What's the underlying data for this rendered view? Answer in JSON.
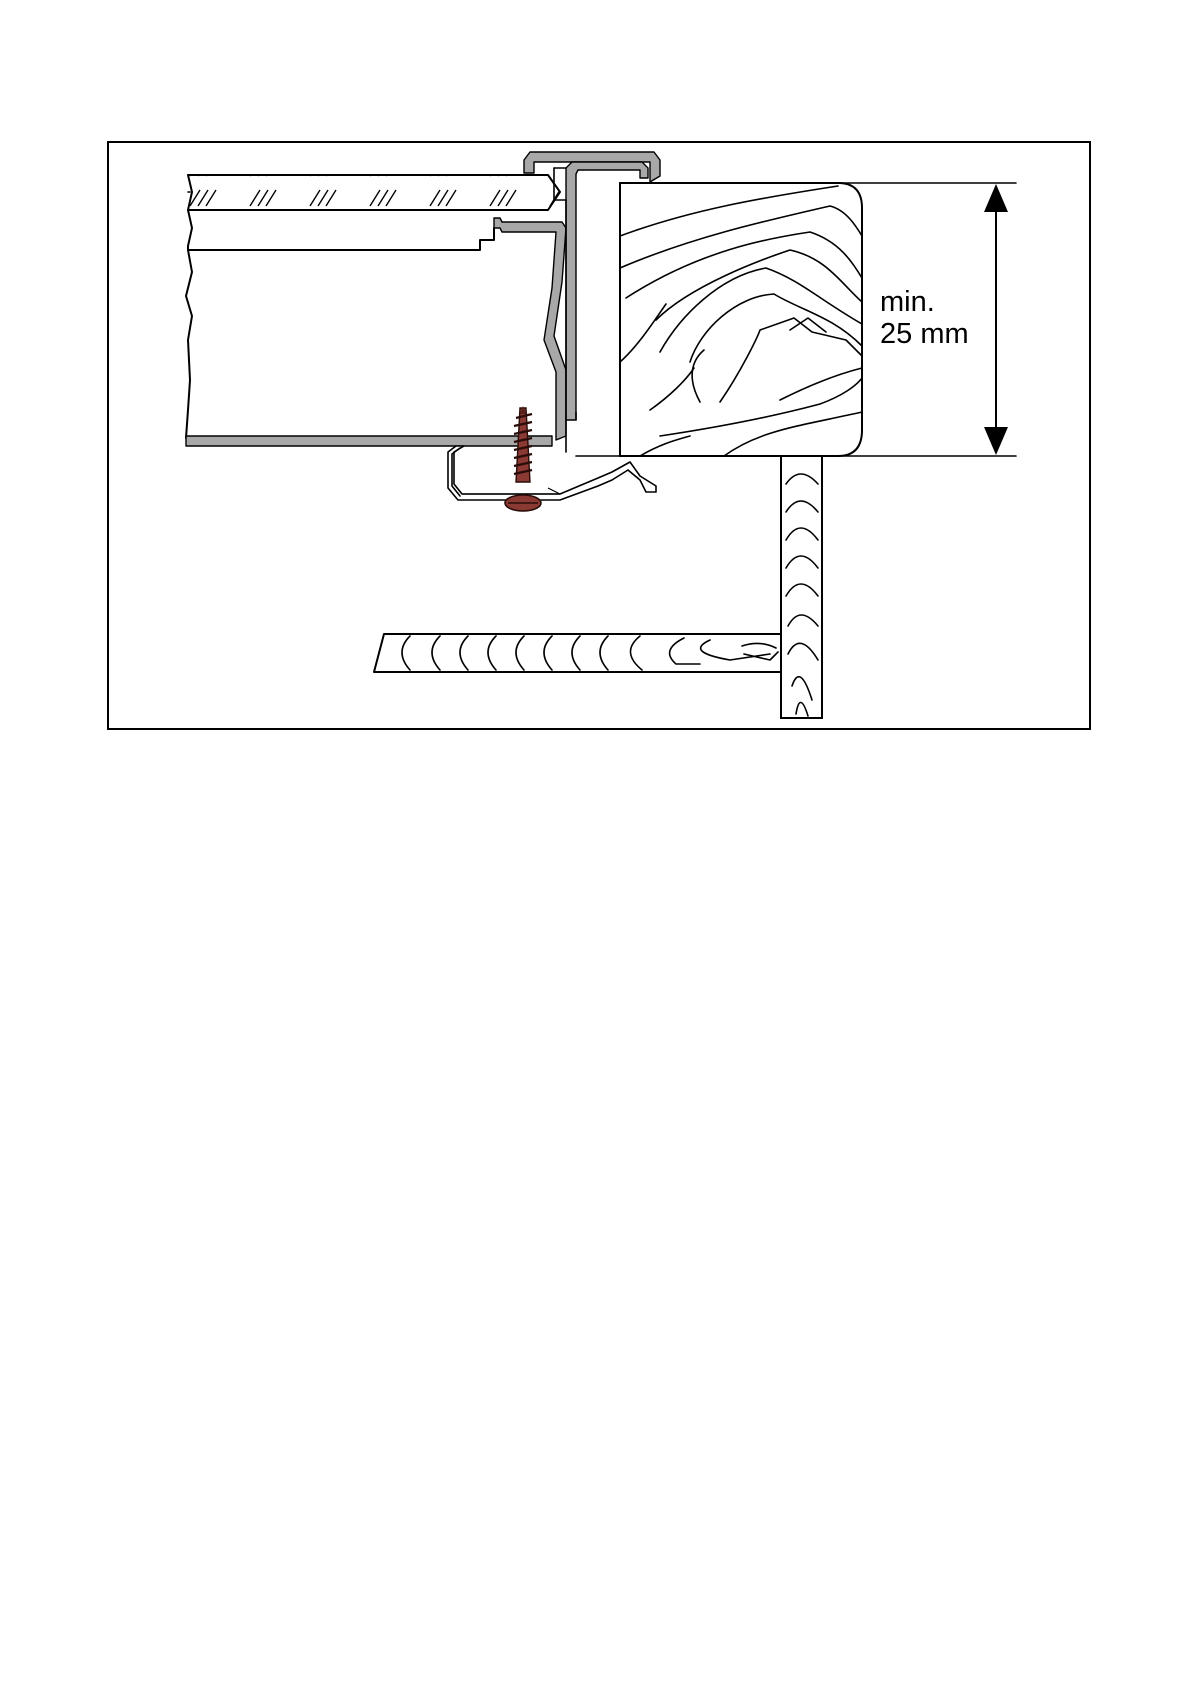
{
  "diagram": {
    "dimension_label_line1": "min.",
    "dimension_label_line2": "25 mm"
  },
  "colors": {
    "line": "#000000",
    "metal_profile": "#a8a8a8",
    "screw": "#7a2e26"
  },
  "icons": {
    "dimension_arrow": "double-headed-arrow",
    "screw": "wood-screw"
  }
}
